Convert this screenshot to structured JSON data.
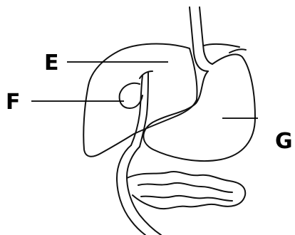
{
  "labels": {
    "e": "E",
    "f": "F",
    "g": "G"
  },
  "colors": {
    "ink": "#111111",
    "background": "#ffffff"
  }
}
